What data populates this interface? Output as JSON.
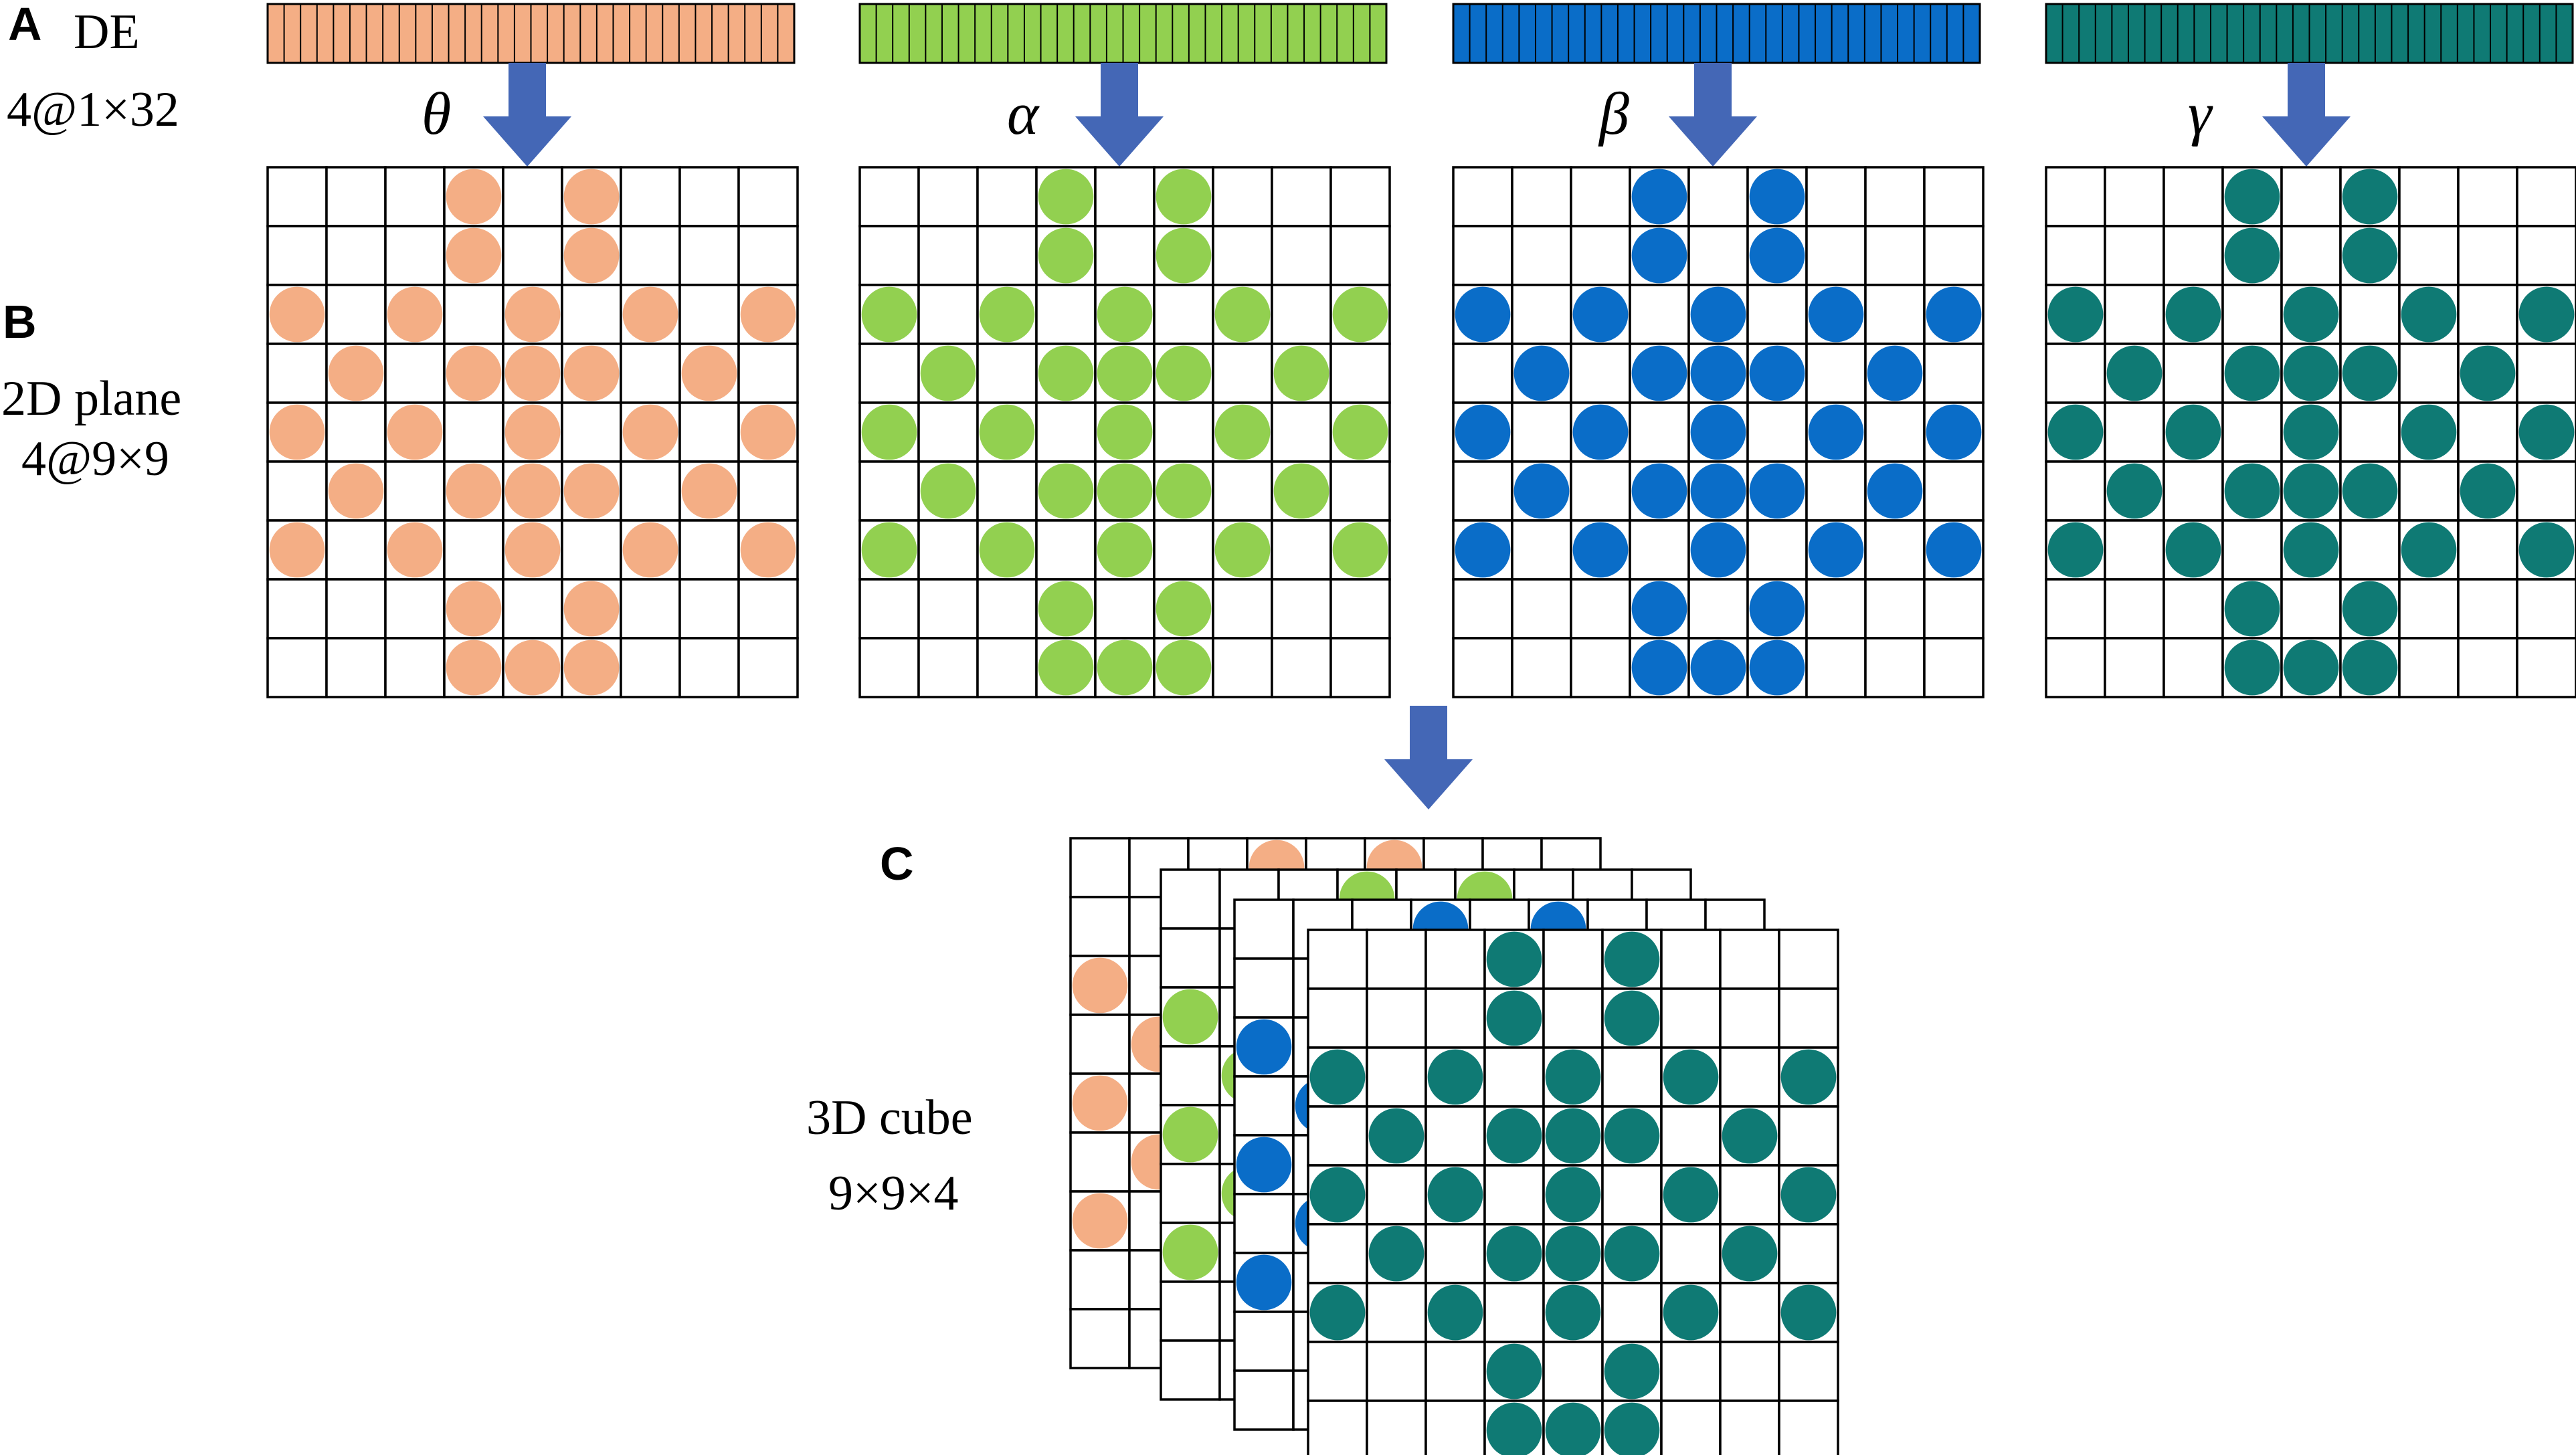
{
  "panels": {
    "a": {
      "letter": "A",
      "title": "DE",
      "subtitle": "4@1×32"
    },
    "b": {
      "letter": "B",
      "title": "2D plane",
      "subtitle": "4@9×9"
    },
    "c": {
      "letter": "C",
      "title": "3D cube",
      "subtitle": "9×9×4"
    }
  },
  "bands": [
    {
      "symbol": "θ",
      "color": "#F4AE85"
    },
    {
      "symbol": "α",
      "color": "#92D050"
    },
    {
      "symbol": "β",
      "color": "#0A6DC8"
    },
    {
      "symbol": "γ",
      "color": "#0F7A74"
    }
  ],
  "arrow_color": "#4467B6",
  "bar_segments": 32,
  "grid_size": 9,
  "electrode_cells": [
    [
      0,
      3
    ],
    [
      0,
      5
    ],
    [
      1,
      3
    ],
    [
      1,
      5
    ],
    [
      2,
      0
    ],
    [
      2,
      2
    ],
    [
      2,
      4
    ],
    [
      2,
      6
    ],
    [
      2,
      8
    ],
    [
      3,
      1
    ],
    [
      3,
      3
    ],
    [
      3,
      4
    ],
    [
      3,
      5
    ],
    [
      3,
      7
    ],
    [
      4,
      0
    ],
    [
      4,
      2
    ],
    [
      4,
      4
    ],
    [
      4,
      6
    ],
    [
      4,
      8
    ],
    [
      5,
      1
    ],
    [
      5,
      3
    ],
    [
      5,
      4
    ],
    [
      5,
      5
    ],
    [
      5,
      7
    ],
    [
      6,
      0
    ],
    [
      6,
      2
    ],
    [
      6,
      4
    ],
    [
      6,
      6
    ],
    [
      6,
      8
    ],
    [
      7,
      3
    ],
    [
      7,
      5
    ],
    [
      8,
      3
    ],
    [
      8,
      4
    ],
    [
      8,
      5
    ]
  ]
}
